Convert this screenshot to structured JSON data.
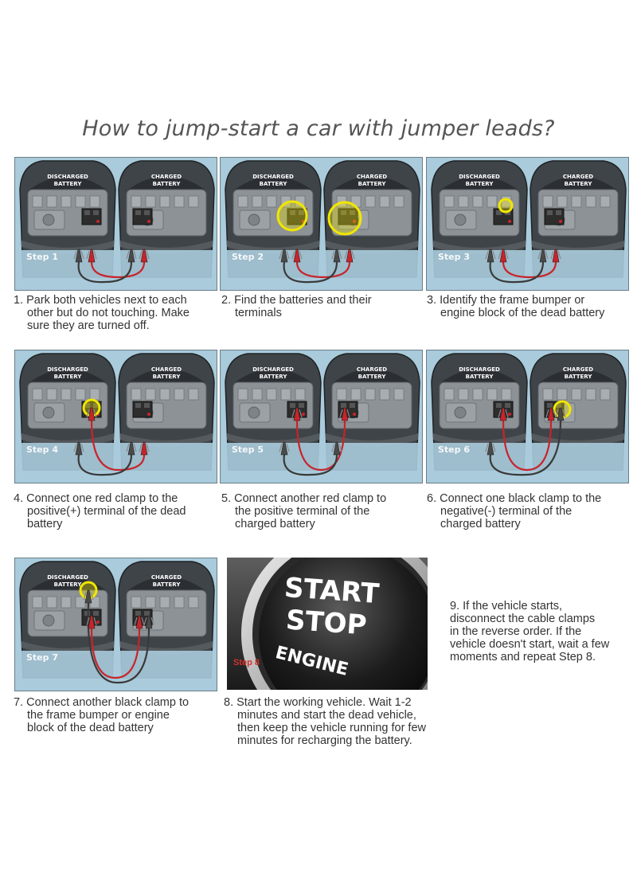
{
  "title": "How to jump-start a car with jumper leads?",
  "car_labels": {
    "left_line1": "DISCHARGED",
    "left_line2": "BATTERY",
    "right_line1": "CHARGED",
    "right_line2": "BATTERY"
  },
  "steps": [
    {
      "tag": "Step 1",
      "caption": [
        "1. Park both vehicles next to each",
        "other but do not touching. Make",
        "sure they are turned off."
      ]
    },
    {
      "tag": "Step 2",
      "caption": [
        "2. Find the batteries and their",
        "terminals"
      ]
    },
    {
      "tag": "Step 3",
      "caption": [
        "3. Identify the frame bumper or",
        "engine block of the dead battery"
      ]
    },
    {
      "tag": "Step 4",
      "caption": [
        "4. Connect one red clamp to the",
        "positive(+) terminal of the dead",
        "battery"
      ]
    },
    {
      "tag": "Step 5",
      "caption": [
        "5. Connect another red clamp to",
        "the positive terminal of the",
        "charged battery"
      ]
    },
    {
      "tag": "Step 6",
      "caption": [
        "6. Connect one black clamp to the",
        "negative(-) terminal of the",
        "charged battery"
      ]
    },
    {
      "tag": "Step 7",
      "caption": [
        "7. Connect another black clamp to",
        "the frame bumper or engine",
        "block of the dead battery"
      ]
    }
  ],
  "step8": {
    "tag": "Step 8",
    "button_line1": "START",
    "button_line2": "STOP",
    "button_line3": "ENGINE",
    "caption": [
      "8. Start the working vehicle. Wait 1-2",
      "minutes and start the dead vehicle,",
      "then keep the vehicle running for few",
      "minutes for recharging the battery."
    ]
  },
  "step9": {
    "caption": [
      "9. If the vehicle starts,",
      "disconnect the cable clamps",
      "in the reverse order. If the",
      "vehicle doesn't start, wait a few",
      "moments and repeat Step 8."
    ]
  },
  "colors": {
    "panel_bg": "#a9cbdb",
    "car_body": "#3f4448",
    "engine": "#8c9296",
    "cable_red": "#c8242b",
    "cable_black": "#3a3a3a",
    "highlight": "#f2e600"
  }
}
